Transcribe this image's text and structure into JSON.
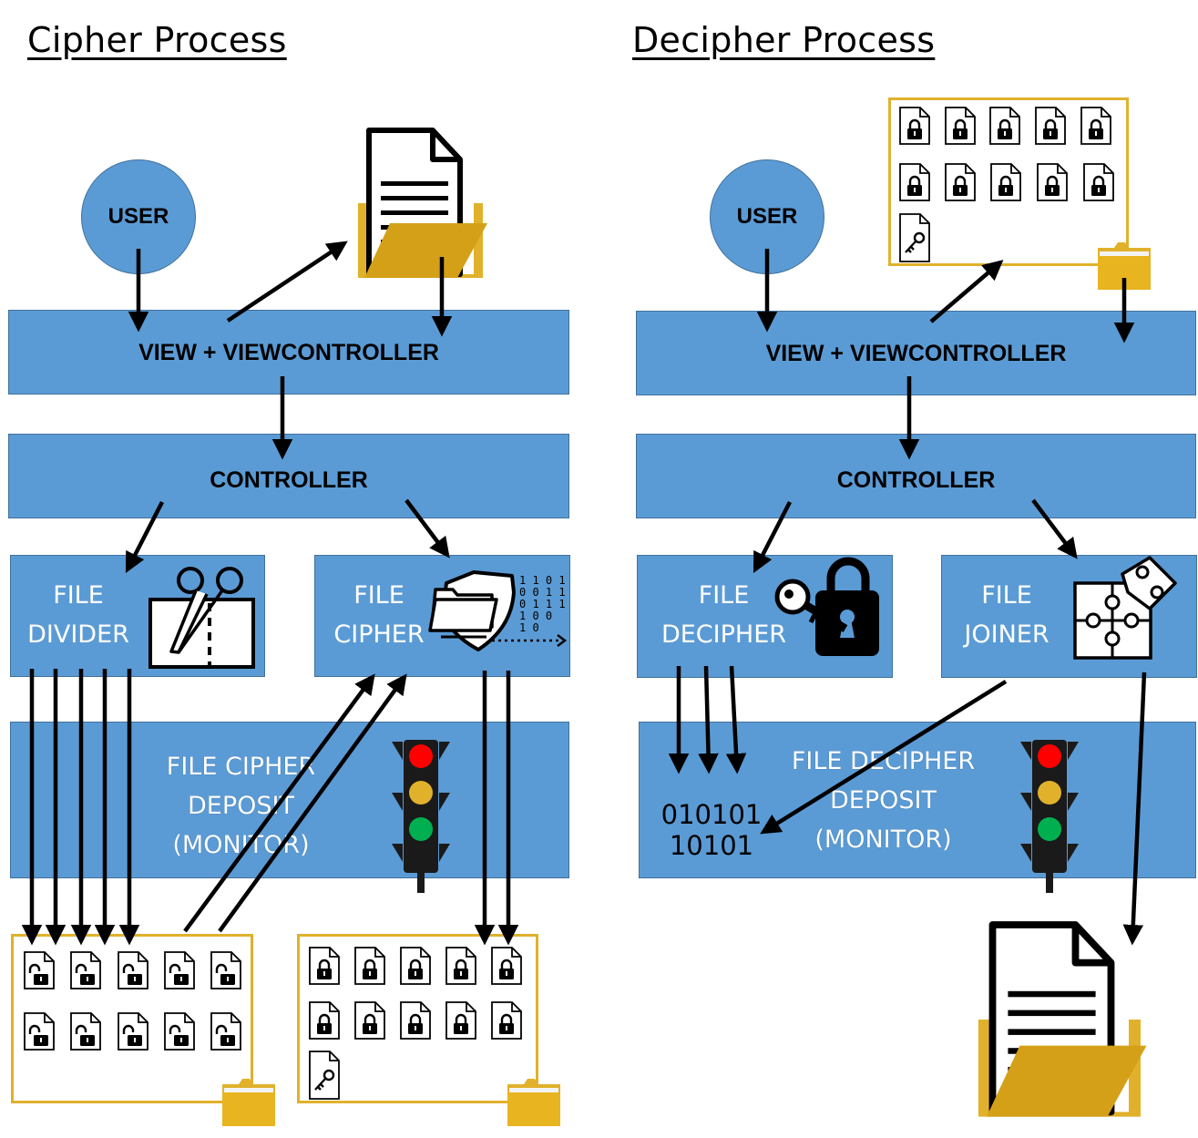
{
  "cipher": {
    "title": "Cipher Process",
    "user": "USER",
    "view": "VIEW + VIEWCONTROLLER",
    "controller": "CONTROLLER",
    "divider": [
      "FILE",
      "DIVIDER"
    ],
    "cipher_module": [
      "FILE",
      "CIPHER"
    ],
    "monitor": [
      "FILE CIPHER",
      "DEPOSIT",
      "(MONITOR)"
    ],
    "binary_icon_rows": [
      "1 1 0 1",
      "0 0 1 1",
      "0 1 1 1",
      "1 0 0",
      "1 0"
    ]
  },
  "decipher": {
    "title": "Decipher Process",
    "user": "USER",
    "view": "VIEW + VIEWCONTROLLER",
    "controller": "CONTROLLER",
    "decipher_module": [
      "FILE",
      "DECIPHER"
    ],
    "joiner": [
      "FILE",
      "JOINER"
    ],
    "monitor": [
      "FILE DECIPHER",
      "DEPOSIT",
      "(MONITOR)"
    ],
    "binary": [
      "010101",
      "10101"
    ]
  },
  "colors": {
    "box_fill": "#5b9bd5",
    "box_border": "#41719c",
    "folder": "#d4a017",
    "file_box_border": "#e1b12c",
    "traffic_red": "#ff0000",
    "traffic_yellow": "#e1b12c",
    "traffic_green": "#00b050"
  },
  "icons": [
    "file-icon",
    "folder-icon",
    "scissors-icon",
    "shield-folder-icon",
    "key-lock-icon",
    "puzzle-icon",
    "traffic-light-icon",
    "lock-file-icon",
    "unlock-file-icon",
    "key-file-icon"
  ]
}
